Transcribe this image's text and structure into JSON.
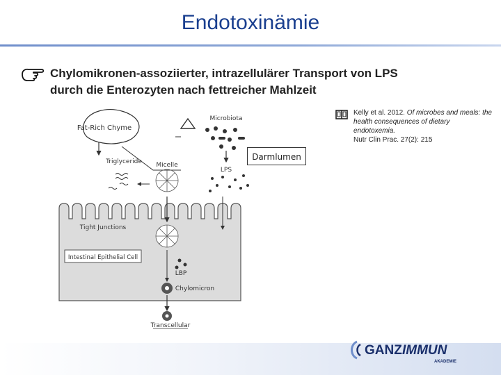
{
  "slide": {
    "title": "Endotoxinämie",
    "headline_line1": "Chylomikronen-assoziierter, intrazellulärer Transport von LPS",
    "headline_line2": "durch die Enterozyten nach fettreicher Mahlzeit"
  },
  "reference": {
    "authors_year": "Kelly et al. 2012.",
    "title": "Of microbes and meals: the health consequences of dietary endotoxemia.",
    "journal": "Nutr Clin Prac. 27(2): 215"
  },
  "diagram": {
    "fat_rich_chyme": "Fat-Rich Chyme",
    "microbiota": "Microbiota",
    "triglyceride": "Triglyceride",
    "micelle": "Micelle",
    "lps": "LPS",
    "tight_junctions": "Tight Junctions",
    "intestinal_epithelial_cell": "Intestinal Epithelial Cell",
    "lbp": "LBP",
    "chylomicron": "Chylomicron",
    "transcellular": "Transcellular",
    "lumen_label": "Darmlumen"
  },
  "logo": {
    "brand_part1": "GANZ",
    "brand_part2": "IMMUN",
    "sub": "AKADEMIE",
    "brand_color": "#1a2f6b"
  },
  "colors": {
    "title": "#1a3f8f",
    "rule": "#7f9bd0",
    "cell_fill": "#dcdcdc",
    "cell_stroke": "#555555"
  }
}
